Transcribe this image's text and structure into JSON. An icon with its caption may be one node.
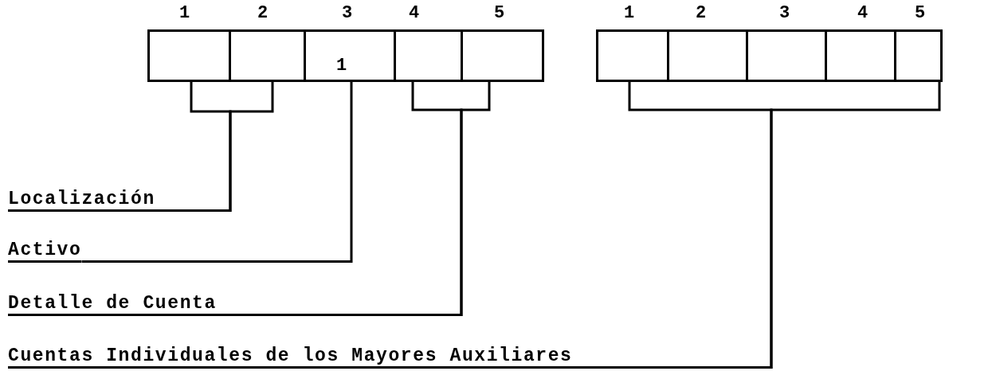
{
  "diagram": {
    "nodes": [
      {
        "text": [],
        "shape": "box"
      },
      {
        "text": [],
        "shape": "box"
      },
      {
        "text": [
          "1"
        ]
      },
      {
        "text": [],
        "shape": "box"
      },
      {
        "text": [],
        "shape": "box"
      },
      {
        "text": [],
        "shape": "box"
      },
      {
        "text": [],
        "shape": "box"
      },
      {
        "text": [],
        "shape": "box"
      },
      {
        "text": [],
        "shape": "box"
      },
      {
        "text": [],
        "shape": "box"
      },
      {
        "text": [
          "Localización"
        ]
      },
      {
        "text": [
          "Activo"
        ]
      },
      {
        "text": [
          "Detalle de Cuenta"
        ]
      },
      {
        "text": [
          "Cuentas Individuales de los Mayores Auxiliares"
        ]
      }
    ],
    "edges": [
      {
        "from": 10,
        "to": 0,
        "arrow": "none"
      },
      {
        "from": 10,
        "to": 1,
        "arrow": "none"
      },
      {
        "from": 11,
        "to": 2,
        "arrow": "none"
      },
      {
        "from": 12,
        "to": 3,
        "arrow": "none"
      },
      {
        "from": 12,
        "to": 4,
        "arrow": "none"
      },
      {
        "from": 13,
        "to": 5,
        "arrow": "none"
      },
      {
        "from": 13,
        "to": 9,
        "arrow": "none"
      }
    ],
    "labels": [
      "1",
      "2",
      "3",
      "4",
      "5",
      "1",
      "2",
      "3",
      "4",
      "5"
    ]
  }
}
